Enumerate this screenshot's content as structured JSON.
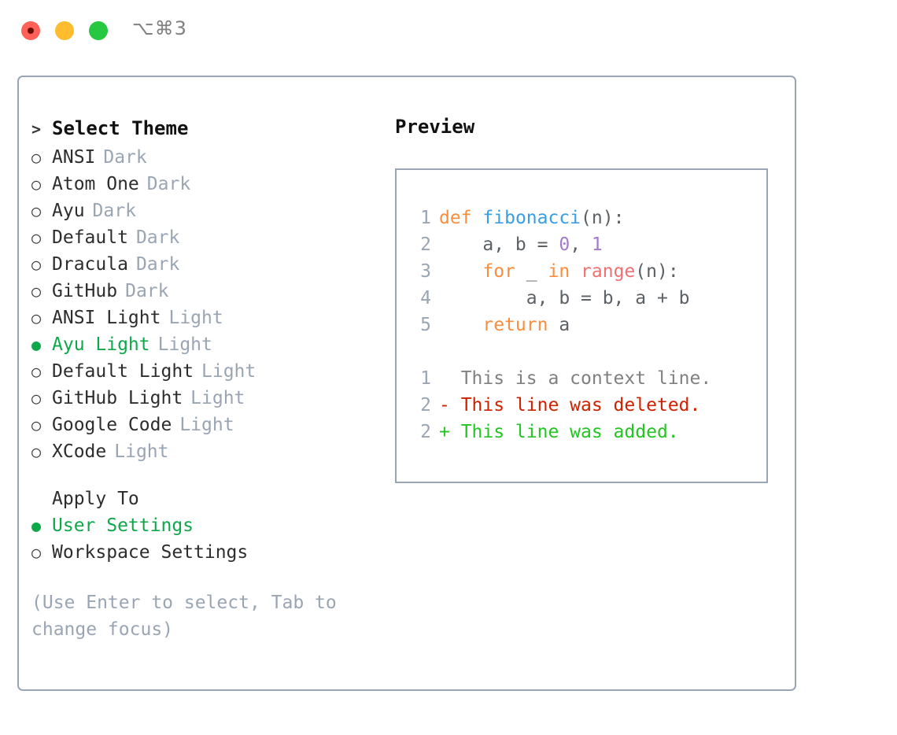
{
  "window": {
    "shortcut_label": "⌥⌘3",
    "traffic_lights": [
      {
        "name": "close",
        "color": "#ff6159"
      },
      {
        "name": "minimize",
        "color": "#febc2e"
      },
      {
        "name": "zoom",
        "color": "#25c840"
      }
    ]
  },
  "theme_picker": {
    "header_marker": ">",
    "header_label": "Select Theme",
    "bullet_unselected": "○",
    "bullet_selected": "●",
    "items": [
      {
        "label": "ANSI",
        "variant": "Dark",
        "selected": false
      },
      {
        "label": "Atom One",
        "variant": "Dark",
        "selected": false
      },
      {
        "label": "Ayu",
        "variant": "Dark",
        "selected": false
      },
      {
        "label": "Default",
        "variant": "Dark",
        "selected": false
      },
      {
        "label": "Dracula",
        "variant": "Dark",
        "selected": false
      },
      {
        "label": "GitHub",
        "variant": "Dark",
        "selected": false
      },
      {
        "label": "ANSI Light",
        "variant": "Light",
        "selected": false
      },
      {
        "label": "Ayu Light",
        "variant": "Light",
        "selected": true
      },
      {
        "label": "Default Light",
        "variant": "Light",
        "selected": false
      },
      {
        "label": "GitHub Light",
        "variant": "Light",
        "selected": false
      },
      {
        "label": "Google Code",
        "variant": "Light",
        "selected": false
      },
      {
        "label": "XCode",
        "variant": "Light",
        "selected": false
      }
    ]
  },
  "apply_to": {
    "title": "Apply To",
    "options": [
      {
        "label": "User Settings",
        "selected": true
      },
      {
        "label": "Workspace Settings",
        "selected": false
      }
    ]
  },
  "hint": "(Use Enter to select, Tab to change focus)",
  "preview": {
    "title": "Preview",
    "code_lines": [
      {
        "num": "1",
        "tokens": [
          {
            "text": "def",
            "type": "kw"
          },
          {
            "text": " ",
            "type": "plain"
          },
          {
            "text": "fibonacci",
            "type": "fn"
          },
          {
            "text": "(n):",
            "type": "punct"
          }
        ]
      },
      {
        "num": "2",
        "tokens": [
          {
            "text": "    a, b = ",
            "type": "plain"
          },
          {
            "text": "0",
            "type": "num"
          },
          {
            "text": ", ",
            "type": "plain"
          },
          {
            "text": "1",
            "type": "num"
          }
        ]
      },
      {
        "num": "3",
        "tokens": [
          {
            "text": "    ",
            "type": "plain"
          },
          {
            "text": "for",
            "type": "kw"
          },
          {
            "text": " _ ",
            "type": "plain"
          },
          {
            "text": "in",
            "type": "kw"
          },
          {
            "text": " ",
            "type": "plain"
          },
          {
            "text": "range",
            "type": "builtin"
          },
          {
            "text": "(n):",
            "type": "punct"
          }
        ]
      },
      {
        "num": "4",
        "tokens": [
          {
            "text": "        a, b = b, a + b",
            "type": "plain"
          }
        ]
      },
      {
        "num": "5",
        "tokens": [
          {
            "text": "    ",
            "type": "plain"
          },
          {
            "text": "return",
            "type": "kw"
          },
          {
            "text": " a",
            "type": "plain"
          }
        ]
      }
    ],
    "diff_lines": [
      {
        "num": "1",
        "prefix": "  ",
        "text": "This is a context line.",
        "type": "ctx"
      },
      {
        "num": "2",
        "prefix": "- ",
        "text": "This line was deleted.",
        "type": "del"
      },
      {
        "num": "2",
        "prefix": "+ ",
        "text": "This line was added.",
        "type": "add"
      }
    ]
  },
  "colors": {
    "accent_green": "#0ea84a",
    "muted": "#9aa5b4",
    "keyword": "#fa8d3e",
    "function": "#399ee6",
    "number": "#a37acc",
    "builtin": "#f07171",
    "diff_deleted": "#cc2200",
    "diff_added": "#22c522",
    "border": "#9aa5b4"
  }
}
